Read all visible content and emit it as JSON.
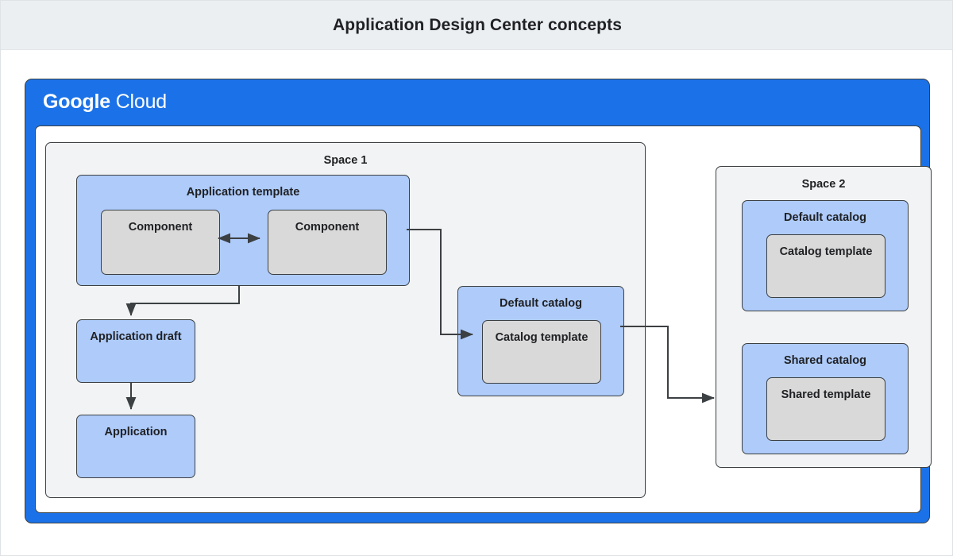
{
  "page": {
    "title": "Application Design Center concepts",
    "header_bg": "#eceff1",
    "accent_blue": "#1b72e8",
    "node_blue": "#aecbfa",
    "node_gray": "#d9d9d9",
    "border_color": "#3c4043",
    "space_bg": "#f1f3f4"
  },
  "cloud_panel": {
    "logo_bold": "Google",
    "logo_light": "Cloud"
  },
  "space1": {
    "label": "Space 1",
    "application_template": {
      "label": "Application template",
      "components": [
        {
          "label": "Component"
        },
        {
          "label": "Component"
        }
      ]
    },
    "application_draft": {
      "label": "Application draft"
    },
    "application": {
      "label": "Application"
    },
    "default_catalog": {
      "label": "Default catalog",
      "template": {
        "label": "Catalog template"
      }
    }
  },
  "space2": {
    "label": "Space 2",
    "default_catalog": {
      "label": "Default catalog",
      "template": {
        "label": "Catalog template"
      }
    },
    "shared_catalog": {
      "label": "Shared catalog",
      "template": {
        "label": "Shared template"
      }
    }
  },
  "connectors": [
    {
      "name": "component-to-component",
      "style": "bidirectional"
    },
    {
      "name": "application-template-to-application-draft",
      "style": "arrow"
    },
    {
      "name": "application-draft-to-application",
      "style": "arrow"
    },
    {
      "name": "application-template-to-default-catalog-template",
      "style": "arrow"
    },
    {
      "name": "default-catalog-to-shared-catalog",
      "style": "arrow"
    }
  ]
}
